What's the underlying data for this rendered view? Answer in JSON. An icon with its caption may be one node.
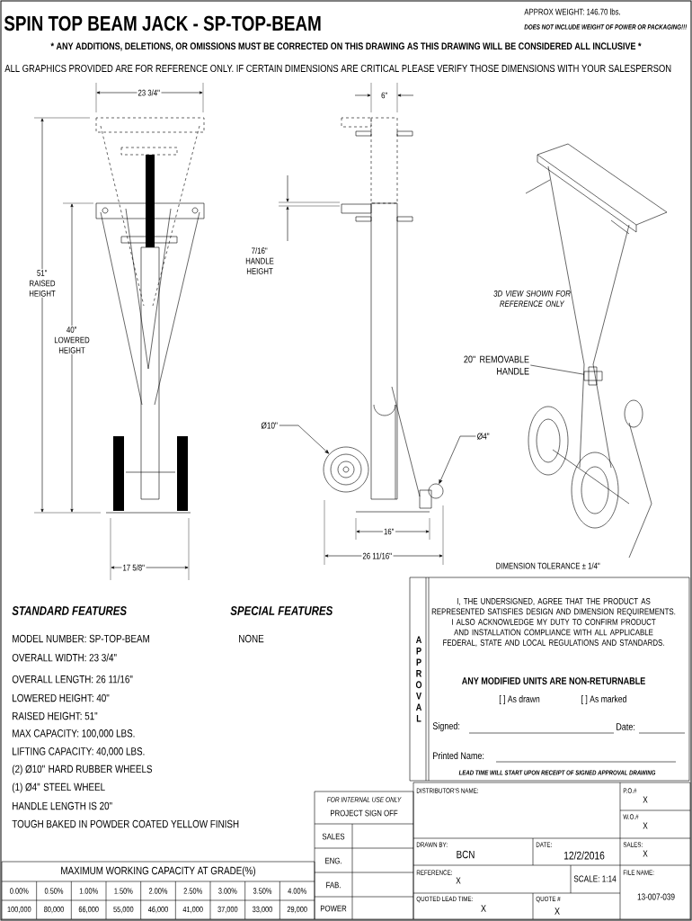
{
  "diagram": {
    "title": "SPIN TOP BEAM JACK - SP-TOP-BEAM",
    "nodes": [
      {
        "text": [
          "Ø10\""
        ]
      },
      {
        "text": [
          "Ø4\""
        ]
      },
      {
        "text": [
          "20\" REMOVABLE HANDLE"
        ]
      },
      {
        "text": [],
        "shape": "circle"
      },
      {
        "text": [],
        "shape": "circle"
      },
      {
        "text": [],
        "shape": "box"
      }
    ],
    "edges": [
      {
        "from": 0,
        "to": 3,
        "arrow": "to"
      },
      {
        "from": 1,
        "to": 4,
        "arrow": "to"
      },
      {
        "from": 2,
        "to": 5,
        "arrow": "none"
      }
    ],
    "labels": [
      "APPROX WEIGHT: 146.70 lbs.",
      "DOES NOT INCLUDE WEIGHT OF POWER OR PACKAGING!!!",
      "*** ANY ADDITIONS, DELETIONS, OR OMISSIONS MUST BE CORRECTED ON THIS DRAWING AS THIS DRAWING WILL BE CONSIDERED ALL INCLUSIVE ***",
      "ALL GRAPHICS PROVIDED ARE FOR REFERENCE ONLY. IF CERTAIN DIMENSIONS ARE CRITICAL PLEASE VERIFY THOSE DIMENSIONS WITH YOUR SALESPERSON",
      "23 3/4\"",
      "6\"",
      "7/16\" HANDLE HEIGHT",
      "51\" RAISED HEIGHT",
      "40\" LOWERED HEIGHT",
      "*3D VIEW SHOWN FOR REFERENCE ONLY*",
      "16\"",
      "26 11/16\"",
      "17 5/8\"",
      "DIMENSION TOLERANCE ± 1/4\"",
      "STANDARD FEATURES",
      "SPECIAL FEATURES",
      "MODEL NUMBER: SP-TOP-BEAM",
      "NONE",
      "OVERALL WIDTH:  23 3/4\"",
      "OVERALL LENGTH:  26 11/16\"",
      "LOWERED HEIGHT: 40\"",
      "RAISED HEIGHT: 51\"",
      "MAX CAPACITY: 100,000 LBS.",
      "LIFTING CAPACITY: 40,000 LBS.",
      "(2) Ø10\" HARD RUBBER WHEELS",
      "(1) Ø4\" STEEL WHEEL",
      "HANDLE LENGTH IS 20\"",
      "TOUGH BAKED IN POWDER COATED YELLOW FINISH",
      "APPROVAL",
      "I, THE UNDERSIGNED, AGREE THAT THE PRODUCT AS REPRESENTED SATISFIES DESIGN AND DIMENSION REQUIREMENTS.  I ALSO ACKNOWLEDGE MY DUTY TO CONFIRM PRODUCT AND INSTALLATION COMPLIANCE WITH ALL APPLICABLE FEDERAL, STATE AND LOCAL REGULATIONS AND STANDARDS.",
      "ANY MODIFIED UNITS ARE NON-RETURNABLE",
      "[  ] As drawn",
      "[  ] As marked",
      "Signed:",
      "Date:",
      "Printed Name:",
      "LEAD TIME WILL START UPON RECEIPT OF SIGNED APPROVAL DRAWING",
      "FOR INTERNAL USE ONLY",
      "PROJECT SIGN OFF",
      "SALES",
      "ENG.",
      "FAB.",
      "POWER",
      "DISTRIBUTOR'S NAME:",
      "P.O.#",
      "X",
      "W.O.#",
      "X",
      "DRAWN BY:",
      "BCN",
      "DATE:",
      "12/2/2016",
      "SALES:",
      "X",
      "REFERENCE:",
      "X",
      "SCALE: 1:14",
      "FILE NAME:",
      "QUOTED LEAD TIME:",
      "X",
      "QUOTE #",
      "X",
      "13-007-039",
      "MAXIMUM WORKING CAPACITY AT GRADE(%)",
      "0.00%",
      "0.50%",
      "1.00%",
      "1.50%",
      "2.00%",
      "2.50%",
      "3.00%",
      "3.50%",
      "4.00%",
      "100,000",
      "80,000",
      "66,000",
      "55,000",
      "46,000",
      "41,000",
      "37,000",
      "33,000",
      "29,000"
    ]
  }
}
